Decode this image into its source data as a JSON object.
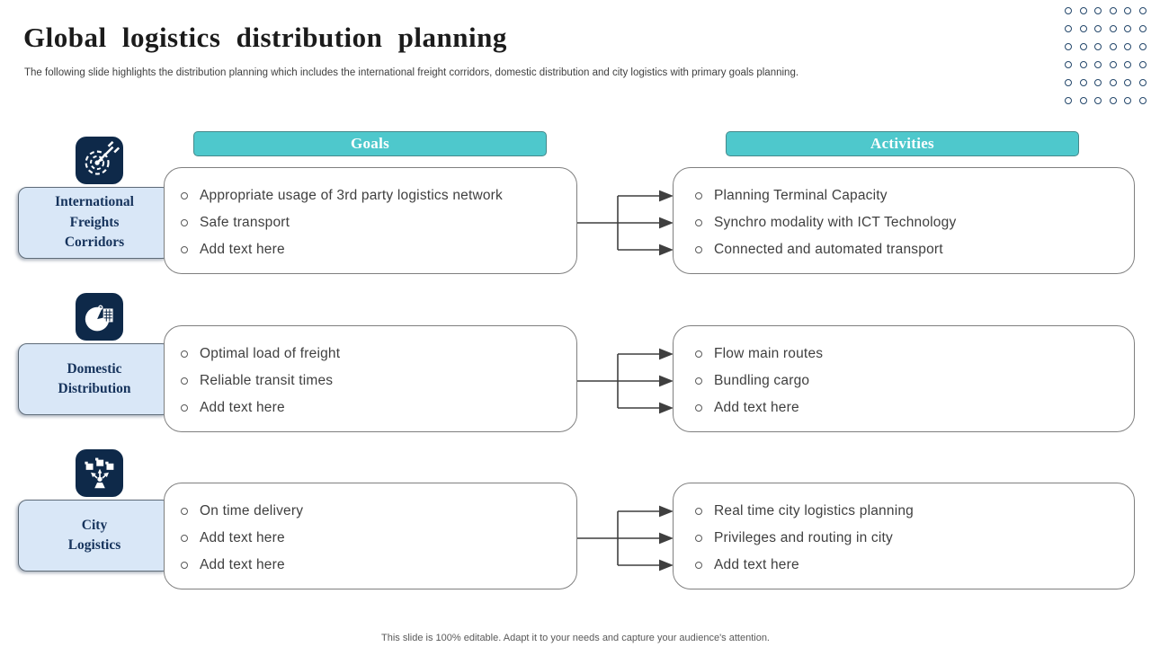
{
  "slide": {
    "title": "Global logistics distribution planning",
    "subtitle": "The following slide highlights the distribution planning which includes the international freight corridors, domestic distribution and city logistics with primary goals planning.",
    "footer": "This slide is 100% editable. Adapt it to your needs and capture your audience's attention."
  },
  "headers": {
    "goals": "Goals",
    "activities": "Activities"
  },
  "rows": [
    {
      "label": "International\nFreights\nCorridors",
      "icon": "target-dart-icon",
      "goals": [
        "Appropriate usage of 3rd party logistics network",
        "Safe transport",
        "Add text here"
      ],
      "activities": [
        "Planning Terminal Capacity",
        "Synchro modality with ICT Technology",
        "Connected and automated transport"
      ]
    },
    {
      "label": "Domestic\nDistribution",
      "icon": "pie-chart-icon",
      "goals": [
        "Optimal load of freight",
        "Reliable transit times",
        "Add text here"
      ],
      "activities": [
        "Flow main routes",
        "Bundling cargo",
        "Add text here"
      ]
    },
    {
      "label": "City\nLogistics",
      "icon": "distribution-network-icon",
      "goals": [
        "On time delivery",
        "Add text here",
        "Add text here"
      ],
      "activities": [
        "Real time city logistics planning",
        "Privileges and routing in city",
        "Add text here"
      ]
    }
  ],
  "colors": {
    "accent_teal": "#4EC8CC",
    "tile_navy": "#0E2949",
    "label_bg": "#D9E7F7",
    "label_text": "#16335C",
    "body_text": "#3F3F3F",
    "box_border": "#7F7F7F",
    "arrow": "#3F3F3F",
    "dot_ring": "#24476B"
  }
}
